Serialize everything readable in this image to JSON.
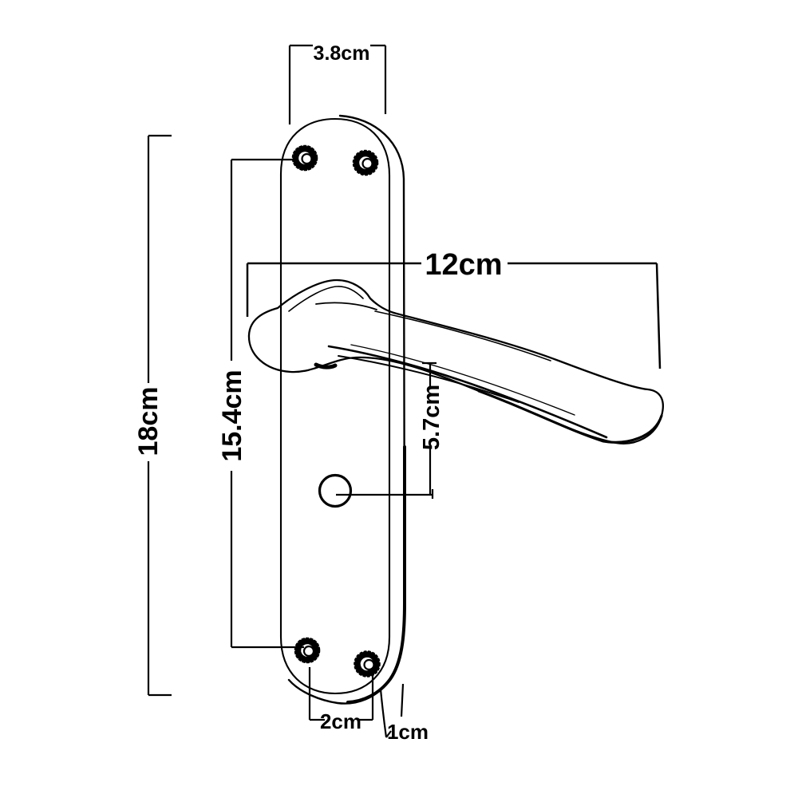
{
  "colors": {
    "background": "#ffffff",
    "ink": "#000000"
  },
  "diagram": {
    "dimensions": {
      "plate_width": {
        "label": "3.8cm"
      },
      "lever_length": {
        "label": "12cm"
      },
      "overall_height": {
        "label": "18cm"
      },
      "fixing_centres": {
        "label": "15.4cm"
      },
      "turn_offset": {
        "label": "5.7cm"
      },
      "screw_spacing": {
        "label": "2cm"
      },
      "plate_thickness": {
        "label": "1cm"
      }
    }
  }
}
